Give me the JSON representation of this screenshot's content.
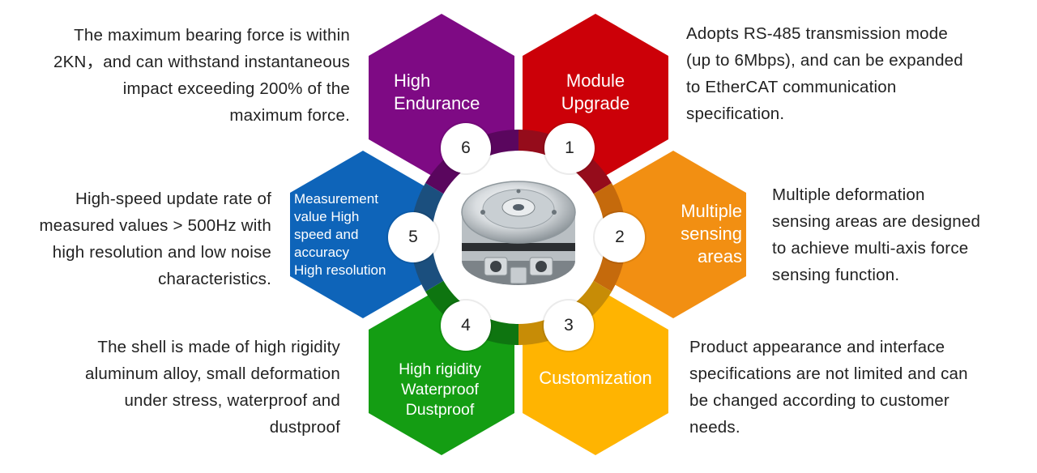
{
  "colors": {
    "purple": "#7E0A84",
    "red": "#CC0008",
    "orange": "#F28F12",
    "gold": "#FFB401",
    "green": "#149D13",
    "blue": "#0E64B9"
  },
  "center_image": "load-cell-sensor-product-image",
  "features": [
    {
      "number": "1",
      "title": "Module\nUpgrade",
      "description": "Adopts RS-485 transmission mode\n(up to 6Mbps), and can be expanded\nto EtherCAT communication\nspecification."
    },
    {
      "number": "2",
      "title": "Multiple\nsensing\nareas",
      "description": "Multiple deformation\nsensing areas are designed\nto achieve multi-axis force\nsensing function."
    },
    {
      "number": "3",
      "title": "Customization",
      "description": "Product appearance and interface\nspecifications are not limited and can\nbe changed according to customer\nneeds."
    },
    {
      "number": "4",
      "title": "High rigidity\nWaterproof\nDustproof",
      "description": "The shell is made of high rigidity\naluminum alloy, small deformation\nunder stress, waterproof and\ndustproof"
    },
    {
      "number": "5",
      "title": "Measurement\nvalue High\nspeed and\naccuracy\nHigh resolution",
      "description": "High-speed update rate of\nmeasured values > 500Hz with\nhigh resolution and low noise\ncharacteristics."
    },
    {
      "number": "6",
      "title": "High\nEndurance",
      "description": "The maximum  bearing force is within\n2KN，and can withstand instantaneous\nimpact exceeding 200% of the\nmaximum force."
    }
  ]
}
